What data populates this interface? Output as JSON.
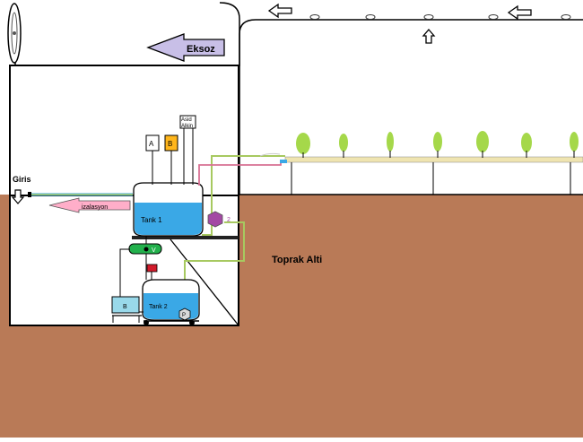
{
  "labels": {
    "exhaust": "Eksoz",
    "inlet": "Giris",
    "insulation": "izalasyon",
    "tank1": "Tank 1",
    "tank2": "Tank 2",
    "underground": "Toprak Alti",
    "container_a": "A",
    "container_b": "B",
    "acid_alkaline_line1": "Asid",
    "acid_alkaline_line2": "Alkin",
    "pump_2": "2",
    "valve": "V",
    "pump": "P",
    "reservoir_b": "B"
  },
  "colors": {
    "soil": "#b97a57",
    "water": "#3aa8e6",
    "tray": "#efe4b0",
    "plant": "#a5d84a",
    "exhaust_arrow": "#c8bfe7",
    "insulation_arrow": "#ffaec9",
    "pipe_green": "#a7c960",
    "pipe_pink": "#d87093",
    "container_b_fill": "#ffb61c",
    "pump_purple": "#a349a4",
    "valve_green": "#22b14c",
    "red": "#d21b2b"
  }
}
